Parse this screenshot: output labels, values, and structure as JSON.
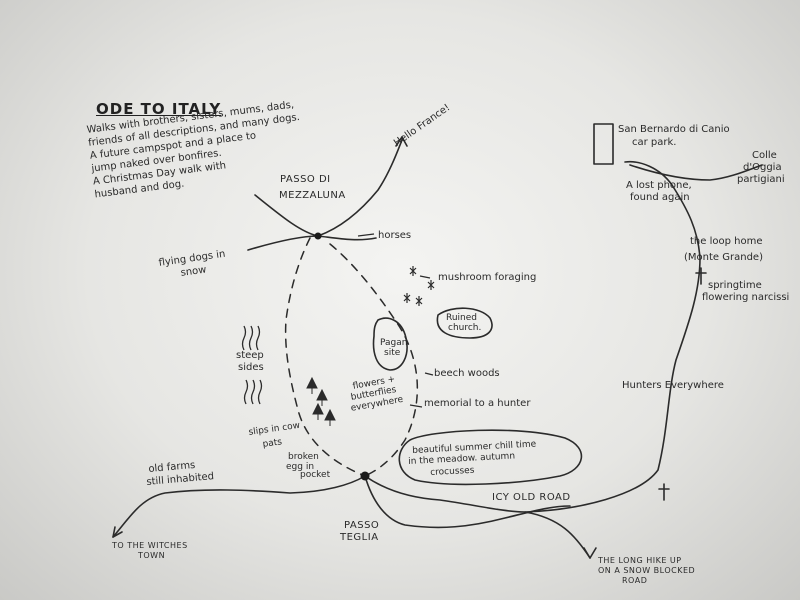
{
  "title": "ODE TO ITALY",
  "intro_lines": [
    "Walks with brothers, sisters, mums, dads,",
    "friends of all descriptions, and many dogs.",
    "A future campspot and a place to",
    "jump naked over bonfires.",
    "A Christmas Day walk with",
    "husband and dog."
  ],
  "labels": {
    "hello_france": "Hello France!",
    "passo_di_mezzaluna": [
      "PASSO DI",
      "MEZZALUNA"
    ],
    "horses": "horses",
    "flying_dogs": [
      "flying dogs in",
      "snow"
    ],
    "mushroom_foraging": "mushroom foraging",
    "ruined_church": [
      "Ruined",
      "church."
    ],
    "pagan_site": [
      "Pagan",
      "site"
    ],
    "steep_sides": [
      "steep",
      "sides"
    ],
    "beech_woods": "beech woods",
    "flowers_butterflies": [
      "flowers +",
      "butterflies",
      "everywhere"
    ],
    "memorial": "memorial to a hunter",
    "slips_in_cow_pats": [
      "slips in cow",
      "pats"
    ],
    "broken_egg": [
      "broken",
      "egg in",
      "pocket"
    ],
    "old_farms": [
      "old farms",
      "still inhabited"
    ],
    "summer_meadow": [
      "beautiful summer chill time",
      "in the meadow. autumn",
      "crocusses"
    ],
    "icy_old_road": "ICY OLD ROAD",
    "passo_teglia": [
      "PASSO",
      "TEGLIA"
    ],
    "witches_town": [
      "TO THE WITCHES",
      "TOWN"
    ],
    "long_hike": [
      "THE LONG HIKE UP",
      "ON A SNOW BLOCKED",
      "ROAD"
    ],
    "hunters": "Hunters Everywhere",
    "san_bernardo": [
      "San Bernardo di Canio",
      "car park."
    ],
    "lost_phone": [
      "A lost phone,",
      "found again"
    ],
    "colle_oggia": [
      "Colle",
      "d'Oggia",
      "partigiani"
    ],
    "loop_home": [
      "the loop home",
      "(Monte Grande)"
    ],
    "springtime": [
      "springtime",
      "flowering narcissi"
    ]
  }
}
